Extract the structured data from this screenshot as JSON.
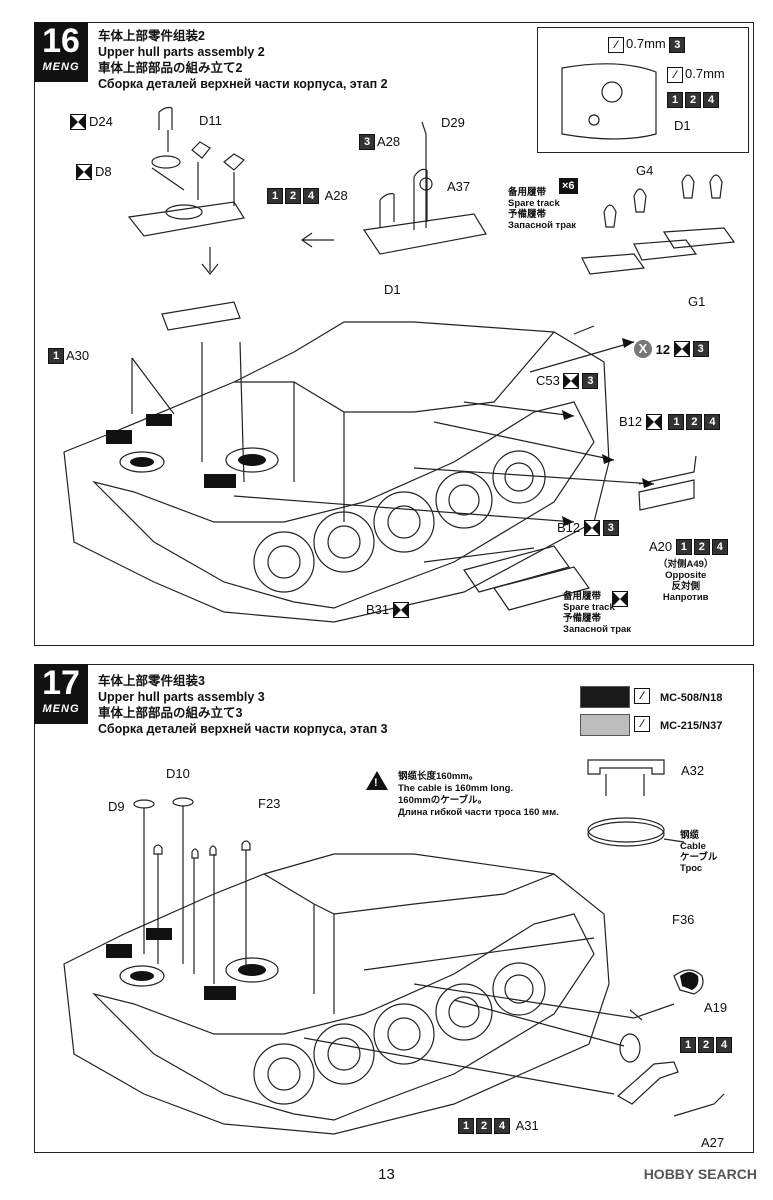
{
  "step16": {
    "number": "16",
    "brand": "MENG",
    "title_zh": "车体上部零件组装2",
    "title_en": "Upper hull parts assembly 2",
    "title_jp": "車体上部部品の組み立て2",
    "title_ru": "Сборка деталей верхней части корпуса, этап 2",
    "inset": {
      "drill1": "0.7mm",
      "drill1_box": "3",
      "drill2": "0.7mm",
      "boxes": [
        "1",
        "2",
        "4"
      ],
      "part": "D1"
    },
    "labels": {
      "d24": "D24",
      "d11": "D11",
      "d8": "D8",
      "d29": "D29",
      "a28_top": "A28",
      "a28_box": "3",
      "a28_left": "A28",
      "a28_left_boxes": [
        "1",
        "2",
        "4"
      ],
      "a37": "A37",
      "d1": "D1",
      "spare_zh": "备用履带",
      "spare_en": "Spare track",
      "spare_jp": "予備履帯",
      "spare_ru": "Запасной трак",
      "spare_mult": "×6",
      "g4": "G4",
      "g1": "G1",
      "a30": "A30",
      "a30_box": "1",
      "x12": "12",
      "x12_box": "3",
      "c53": "C53",
      "c53_box": "3",
      "b12_top": "B12",
      "b12_top_boxes": [
        "1",
        "2",
        "4"
      ],
      "b12_bot": "B12",
      "b12_bot_box": "3",
      "a20": "A20",
      "a20_boxes": [
        "1",
        "2",
        "4"
      ],
      "opp_zh": "（对侧A49）",
      "opp_en": "Opposite",
      "opp_jp": "反対側",
      "opp_ru": "Напротив",
      "b31": "B31",
      "spare2_zh": "备用履带",
      "spare2_en": "Spare track",
      "spare2_jp": "予備履帯",
      "spare2_ru": "Запасной трак"
    }
  },
  "step17": {
    "number": "17",
    "brand": "MENG",
    "title_zh": "车体上部零件组装3",
    "title_en": "Upper hull parts assembly 3",
    "title_jp": "車体上部部品の組み立て3",
    "title_ru": "Сборка деталей верхней части корпуса, этап 3",
    "paint1": {
      "code": "MC-508/N18",
      "color": "#1a1a1a"
    },
    "paint2": {
      "code": "MC-215/N37",
      "color": "#bdbdbd"
    },
    "cable_note": {
      "zh": "钢缆长度160mm。",
      "en": "The cable is 160mm long.",
      "jp": "160mmのケーブル。",
      "ru": "Длина гибкой части троса 160 мм."
    },
    "cable_label": {
      "zh": "钢缆",
      "en": "Cable",
      "jp": "ケーブル",
      "ru": "Трос"
    },
    "labels": {
      "d10": "D10",
      "d9": "D9",
      "f23": "F23",
      "a32": "A32",
      "f36": "F36",
      "a19": "A19",
      "mid_boxes": [
        "1",
        "2",
        "4"
      ],
      "a31": "A31",
      "a31_boxes": [
        "1",
        "2",
        "4"
      ],
      "a27": "A27"
    }
  },
  "page_number": "13",
  "watermark": "HOBBY SEARCH"
}
